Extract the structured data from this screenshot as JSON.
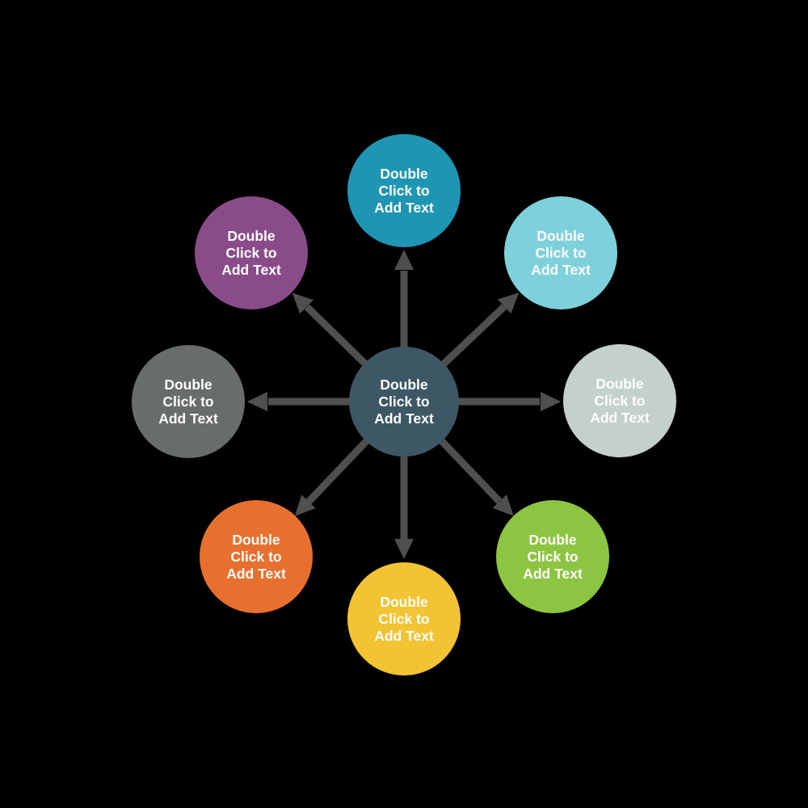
{
  "background_color": "#000000",
  "arrow_color": "#4f4f4f",
  "text_color": "#ffffff",
  "center_node": {
    "position": "center",
    "color": "#3d5765",
    "label_lines": [
      "Double",
      "Click to",
      "Add Text"
    ]
  },
  "satellites": [
    {
      "position": "top",
      "color": "#1f95b4",
      "label_lines": [
        "Double",
        "Click to",
        "Add Text"
      ]
    },
    {
      "position": "top-right",
      "color": "#7ed1da",
      "label_lines": [
        "Double",
        "Click to",
        "Add Text"
      ]
    },
    {
      "position": "right",
      "color": "#c4d0cd",
      "label_lines": [
        "Double",
        "Click to",
        "Add Text"
      ]
    },
    {
      "position": "bottom-right",
      "color": "#8cc541",
      "label_lines": [
        "Double",
        "Click to",
        "Add Text"
      ]
    },
    {
      "position": "bottom",
      "color": "#f2c333",
      "label_lines": [
        "Double",
        "Click to",
        "Add Text"
      ]
    },
    {
      "position": "bottom-left",
      "color": "#e8702e",
      "label_lines": [
        "Double",
        "Click to",
        "Add Text"
      ]
    },
    {
      "position": "left",
      "color": "#686d6a",
      "label_lines": [
        "Double",
        "Click to",
        "Add Text"
      ]
    },
    {
      "position": "top-left",
      "color": "#8a4b89",
      "label_lines": [
        "Double",
        "Click to",
        "Add Text"
      ]
    }
  ]
}
